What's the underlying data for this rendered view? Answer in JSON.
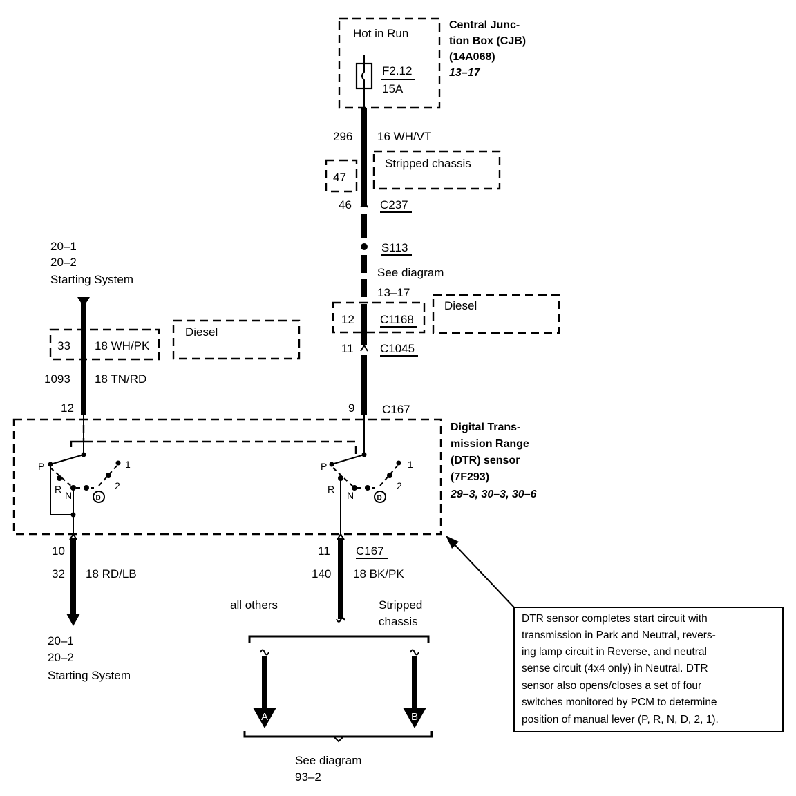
{
  "cjb": {
    "hot_label": "Hot in Run",
    "fuse_id": "F2.12",
    "fuse_rating": "15A",
    "title_1": "Central Junc-",
    "title_2": "tion Box (CJB)",
    "title_3": "(14A068)",
    "ref": "13–17"
  },
  "top_wire": {
    "circuit": "296",
    "gauge_color": "16 WH/VT",
    "alt_pin": "47",
    "alt_note": "Stripped chassis",
    "pin_46": "46",
    "connector_c237": "C237",
    "splice": "S113",
    "see_diagram": "See diagram",
    "see_ref": "13–17",
    "pin_12": "12",
    "connector_c1168": "C1168",
    "diesel_note": "Diesel",
    "pin_11": "11",
    "connector_c1045": "C1045",
    "pin_9": "9",
    "connector_c167": "C167"
  },
  "left_wire": {
    "ref_1": "20–1",
    "ref_2": "20–2",
    "ref_name": "Starting System",
    "alt_pin": "33",
    "alt_gauge": "18 WH/PK",
    "diesel_note": "Diesel",
    "circuit": "1093",
    "gauge_color": "18 TN/RD",
    "pin": "12"
  },
  "dtr": {
    "title_1": "Digital Trans-",
    "title_2": "mission Range",
    "title_3": "(DTR) sensor",
    "title_4": "(7F293)",
    "refs": "29–3, 30–3, 30–6",
    "pos_p": "P",
    "pos_r": "R",
    "pos_n": "N",
    "pos_d": "D",
    "pos_2": "2",
    "pos_1": "1"
  },
  "bottom_left": {
    "pin": "10",
    "circuit": "32",
    "gauge_color": "18 RD/LB",
    "ref_1": "20–1",
    "ref_2": "20–2",
    "ref_name": "Starting System"
  },
  "bottom_right": {
    "pin": "11",
    "connector": "C167",
    "circuit": "140",
    "gauge_color": "18 BK/PK",
    "all_others": "all others",
    "stripped_1": "Stripped",
    "stripped_2": "chassis",
    "arrow_a": "A",
    "arrow_b": "B",
    "see_diagram": "See diagram",
    "see_ref": "93–2"
  },
  "callout": {
    "line_1": "DTR sensor completes start circuit with",
    "line_2": "transmission in Park and Neutral, revers-",
    "line_3": "ing lamp circuit in Reverse, and neutral",
    "line_4": "sense circuit (4x4 only) in Neutral. DTR",
    "line_5": "sensor also opens/closes a set of four",
    "line_6": "switches monitored by PCM to determine",
    "line_7": "position of manual lever (P, R, N, D, 2, 1)."
  }
}
